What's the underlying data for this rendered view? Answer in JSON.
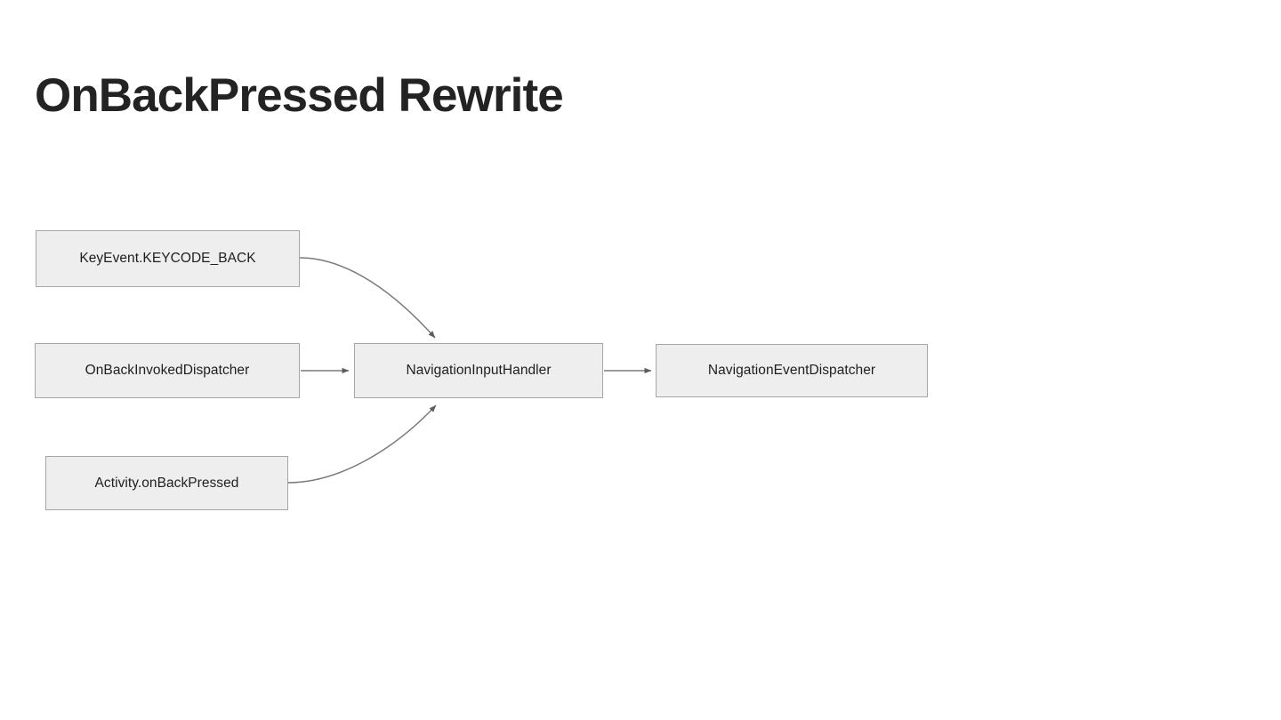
{
  "slide": {
    "title": "OnBackPressed Rewrite",
    "background_color": "#ffffff",
    "title_color": "#232323"
  },
  "diagram": {
    "type": "flowchart",
    "node_fill_color": "#eeeeee",
    "node_border_color": "#a6a6a6",
    "node_text_color": "#1f1f1f",
    "edge_color": "#7a7a7a",
    "nodes": [
      {
        "id": "keyevent",
        "label": "KeyEvent.KEYCODE_BACK"
      },
      {
        "id": "onbackinvoked",
        "label": "OnBackInvokedDispatcher"
      },
      {
        "id": "activity",
        "label": "Activity.onBackPressed"
      },
      {
        "id": "navinputhandler",
        "label": "NavigationInputHandler"
      },
      {
        "id": "naveventdisp",
        "label": "NavigationEventDispatcher"
      }
    ],
    "edges": [
      {
        "from": "keyevent",
        "to": "navinputhandler",
        "style": "curved"
      },
      {
        "from": "onbackinvoked",
        "to": "navinputhandler",
        "style": "straight"
      },
      {
        "from": "activity",
        "to": "navinputhandler",
        "style": "curved"
      },
      {
        "from": "navinputhandler",
        "to": "naveventdisp",
        "style": "straight"
      }
    ]
  }
}
